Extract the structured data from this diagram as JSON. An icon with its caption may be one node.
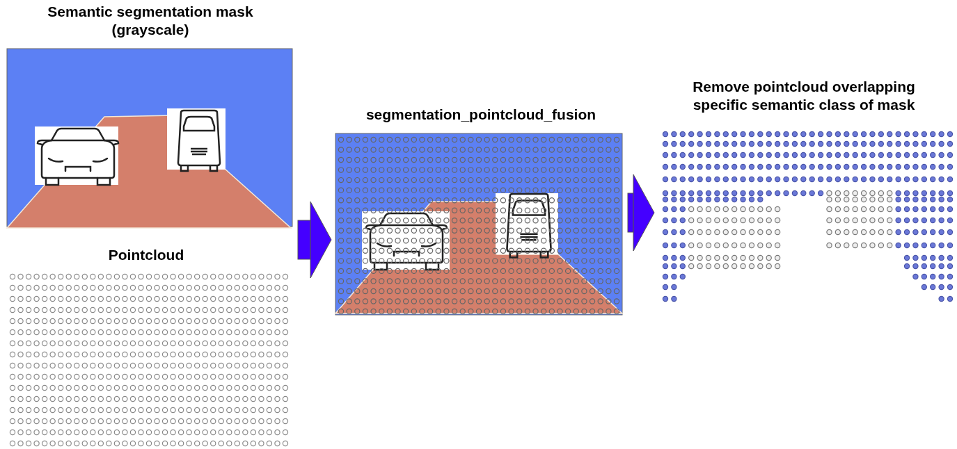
{
  "diagram": {
    "nodes": [
      {
        "text": [
          "Semantic segmentation mask (grayscale)"
        ]
      },
      {
        "text": [
          "Pointcloud"
        ]
      },
      {
        "text": [
          "segmentation_pointcloud_fusion"
        ]
      },
      {
        "text": [
          "Remove pointcloud overlapping specific semantic class of mask"
        ]
      }
    ],
    "edges": [
      {
        "from": 0,
        "to": 2,
        "arrow": "to"
      },
      {
        "from": 1,
        "to": 2,
        "arrow": "to"
      },
      {
        "from": 2,
        "to": 3,
        "arrow": "to"
      }
    ]
  }
}
